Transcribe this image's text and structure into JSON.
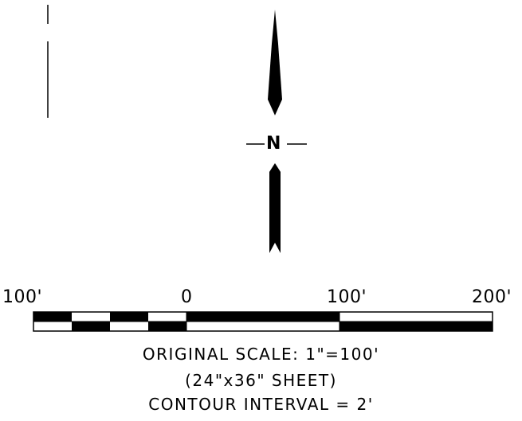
{
  "north_arrow": {
    "letter": "N"
  },
  "scale_bar": {
    "labels": [
      "100'",
      "0",
      "100'",
      "200'"
    ],
    "colors": {
      "ink": "#000000",
      "paper": "#ffffff"
    }
  },
  "notes": {
    "line1": "ORIGINAL SCALE: 1\"=100'",
    "line2": "(24\"x36\" SHEET)",
    "line3": "CONTOUR INTERVAL = 2'"
  }
}
